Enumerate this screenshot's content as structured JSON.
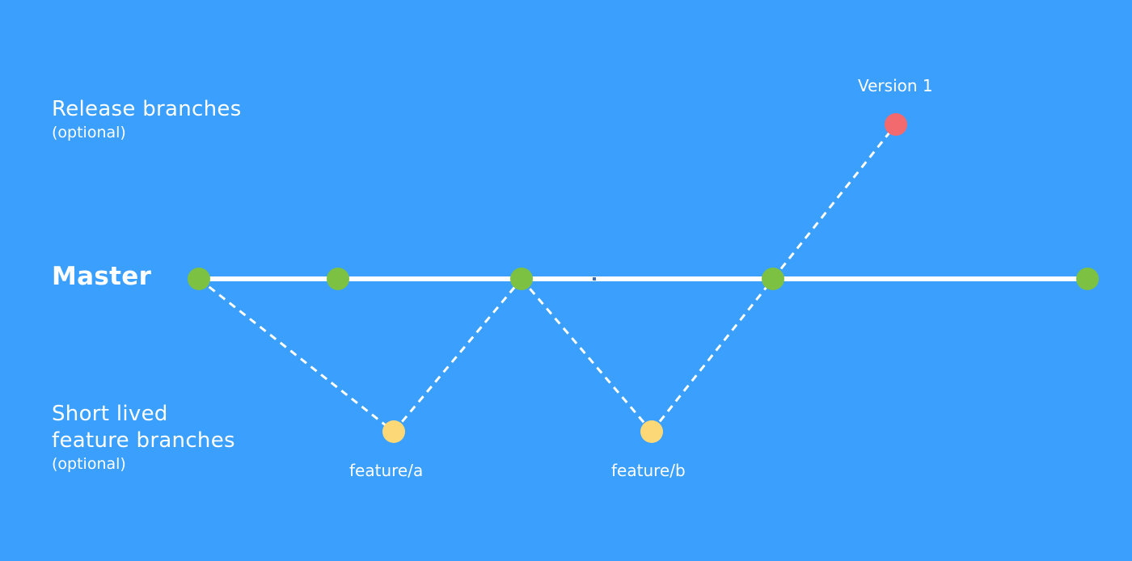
{
  "colors": {
    "background": "#3b9ffd",
    "line": "#ffffff",
    "master_commit": "#7cc142",
    "feature_commit": "#fdd876",
    "release_commit": "#f2696e"
  },
  "lanes": {
    "release": {
      "title": "Release branches",
      "note": "(optional)"
    },
    "master": {
      "title": "Master"
    },
    "feature": {
      "title_line1": "Short lived",
      "title_line2": "feature branches",
      "note": "(optional)"
    }
  },
  "commits": {
    "feature_a": {
      "label": "feature/a"
    },
    "feature_b": {
      "label": "feature/b"
    },
    "release_v1": {
      "label": "Version 1"
    }
  }
}
